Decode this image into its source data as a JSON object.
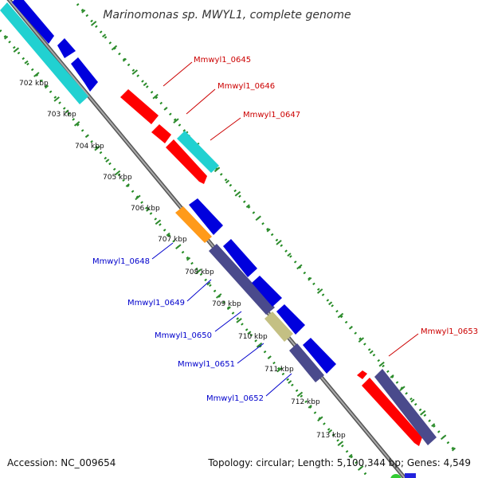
{
  "title": "Marinomonas sp. MWYL1, complete genome",
  "accession": "Accession: NC_009654",
  "topology": "Topology: circular; Length: 5,100,344 bp; Genes: 4,549",
  "colors": {
    "backbone": "#888888",
    "tick": "#2e8b2e",
    "forward_label": "#cc0000",
    "reverse_label": "#0000cc",
    "red": "#ff0000",
    "cyan": "#21d1d1",
    "blue": "#0000dd",
    "orange": "#ff9a1a",
    "slate": "#4a4a8c",
    "khaki": "#c4c083",
    "green": "#33cc33"
  },
  "scale_labels": [
    "702 kbp",
    "703 kbp",
    "704 kbp",
    "705 kbp",
    "706 kbp",
    "707 kbp",
    "708 kbp",
    "709 kbp",
    "710 kbp",
    "711 kbp",
    "712 kbp",
    "713 kbp"
  ],
  "forward_gene_labels": [
    "Mmwyl1_0645",
    "Mmwyl1_0646",
    "Mmwyl1_0647",
    "Mmwyl1_0653"
  ],
  "reverse_gene_labels": [
    "Mmwyl1_0648",
    "Mmwyl1_0649",
    "Mmwyl1_0650",
    "Mmwyl1_0651",
    "Mmwyl1_0652"
  ]
}
